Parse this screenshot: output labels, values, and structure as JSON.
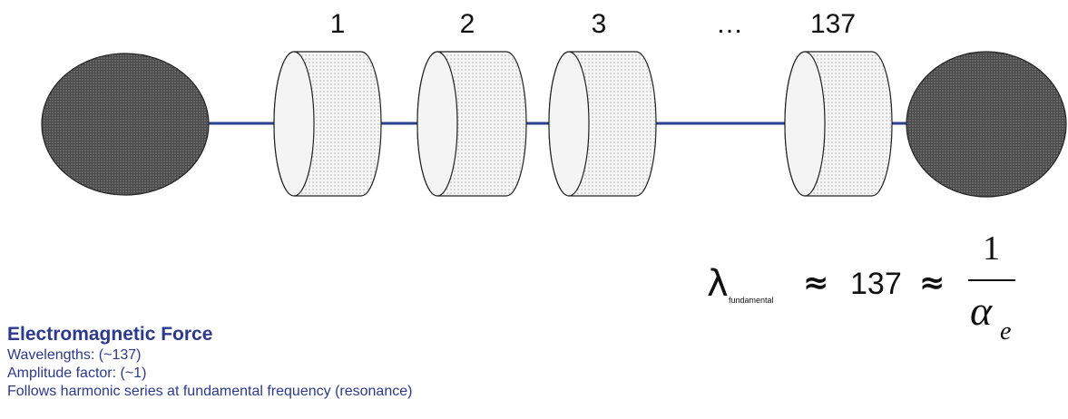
{
  "diagram": {
    "segment_labels": [
      "1",
      "2",
      "3",
      "…",
      "137"
    ],
    "colors": {
      "line": "#2b3f8f",
      "sphere": "#555555",
      "cylinder": "#f2f2f2",
      "caption": "#2b3990"
    }
  },
  "formula": {
    "lambda": "λ",
    "subscript": "fundamental",
    "approx": "≈",
    "value": "137",
    "numerator": "1",
    "alpha": "α",
    "alpha_sub": "e"
  },
  "caption": {
    "title": "Electromagnetic Force",
    "lines": [
      "Wavelengths: (~137)",
      "Amplitude factor: (~1)",
      "Follows harmonic series at fundamental frequency (resonance)"
    ]
  }
}
